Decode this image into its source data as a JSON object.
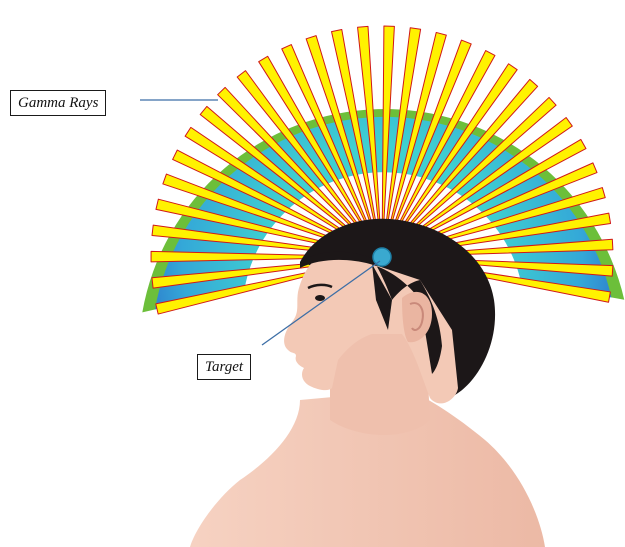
{
  "labels": {
    "gamma_rays": "Gamma Rays",
    "target": "Target"
  },
  "diagram": {
    "num_beams": 32,
    "colors": {
      "dome_rim": "#6cbf3a",
      "dome_fill_outer": "#2f7fd0",
      "dome_fill_inner": "#3cc6cf",
      "beam": "#fff200",
      "beam_edge": "#d01818",
      "hair": "#1c1718",
      "skin": "#f2c7b4",
      "skin_shadow": "#e6ab98",
      "target": "#3aa9cf",
      "leader_line": "#3c6ea6"
    }
  }
}
